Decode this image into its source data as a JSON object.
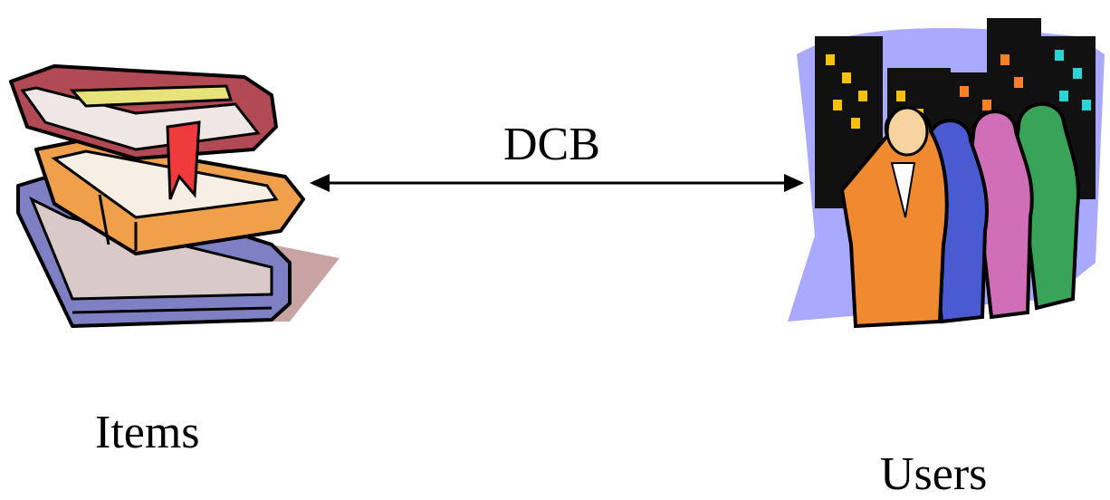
{
  "diagram": {
    "relation_label": "DCB",
    "left_node": {
      "label": "Items",
      "icon": "books-stack-icon"
    },
    "right_node": {
      "label": "Users",
      "icon": "people-group-icon"
    },
    "connector": "bidirectional-arrow"
  }
}
